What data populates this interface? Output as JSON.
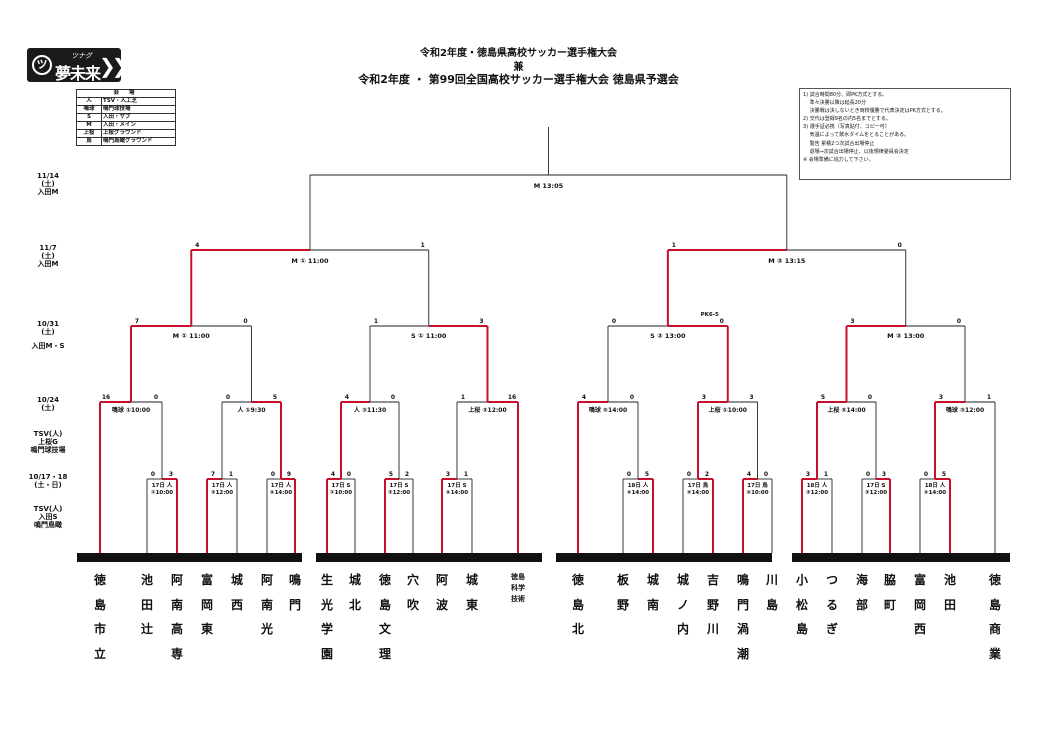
{
  "header": {
    "logo_ruby": "ツナグ",
    "logo_text": "夢未来",
    "title_line1": "令和2年度・徳島県高校サッカー選手権大会",
    "title_line2": "兼",
    "title_line3": "令和2年度 ・ 第99回全国高校サッカー選手権大会 徳島県予選会"
  },
  "venue_table": {
    "heading": "会 場",
    "rows": [
      {
        "key": "人",
        "value": "TSV・人工芝"
      },
      {
        "key": "鳴球",
        "value": "鳴門球技場"
      },
      {
        "key": "S",
        "value": "入田・サブ"
      },
      {
        "key": "M",
        "value": "入田・メイン"
      },
      {
        "key": "上桜",
        "value": "上桜グラウンド"
      },
      {
        "key": "鳥",
        "value": "鳴門鳥瞰グラウンド"
      }
    ]
  },
  "notes": [
    "1) 試合時間80分、即PK方式とする。",
    "　 準々決勝以降は延長20分",
    "　 決勝戦は決しないとき両校優勝で代表決定はPK方式とする。",
    "2) 交代は登録9名の内5名までとする。",
    "3) 選手証必携（写真貼付、コピー可）",
    "　 気温によって飲水タイムをとることがある。",
    "　 警告 累積2つ次試合出場停止",
    "　 退場⇒次試合出場停止、以後規律委員会決定",
    "※ 会場準備に協力して下さい。"
  ],
  "round_labels": [
    {
      "date": "11/14",
      "day": "(土)",
      "venue": "入田M"
    },
    {
      "date": "11/7",
      "day": "(土)",
      "venue": "入田M"
    },
    {
      "date": "10/31",
      "day": "(土)",
      "venue": "入田M・S"
    },
    {
      "date": "10/24",
      "day": "(土)",
      "venue": ""
    },
    {
      "date": "TSV(人)",
      "day": "上桜G",
      "venue": "鳴門球技場"
    },
    {
      "date": "10/17・18",
      "day": "(土・日)",
      "venue": ""
    },
    {
      "date": "TSV(人)",
      "day": "入田S",
      "venue": "鳴門鳥瞰"
    }
  ],
  "teams": [
    "徳島市立",
    "池田辻",
    "阿南高専",
    "富岡東",
    "城西",
    "阿南光",
    "鳴門",
    "生光学園",
    "城北",
    "徳島文理",
    "穴吹",
    "阿波",
    "城東",
    "徳島科学技術",
    "徳島北",
    "板野",
    "城南",
    "城ノ内",
    "吉野川",
    "鳴門渦潮",
    "川島",
    "小松島",
    "つるぎ",
    "海部",
    "脇町",
    "富岡西",
    "池田",
    "徳島商業"
  ],
  "r1": [
    {
      "label": "17日 人\n①10:00",
      "s1": "0",
      "s2": "3"
    },
    {
      "label": "17日 人\n③12:00",
      "s1": "7",
      "s2": "1"
    },
    {
      "label": "17日 人\n⑤14:00",
      "s1": "0",
      "s2": "9"
    },
    {
      "label": "17日 S\n①10:00",
      "s1": "4",
      "s2": "0"
    },
    {
      "label": "17日 S\n③12:00",
      "s1": "5",
      "s2": "2"
    },
    {
      "label": "17日 S\n⑤14:00",
      "s1": "3",
      "s2": "1"
    },
    {
      "label": "18日 人\n⑤14:00",
      "s1": "0",
      "s2": "5"
    },
    {
      "label": "17日 鳥\n⑤14:00",
      "s1": "0",
      "s2": "2"
    },
    {
      "label": "17日 鳥\n⑤10:00",
      "s1": "4",
      "s2": "0"
    },
    {
      "label": "18日 人\n③12:00",
      "s1": "3",
      "s2": "1"
    },
    {
      "label": "17日 S\n③12:00",
      "s1": "0",
      "s2": "3"
    },
    {
      "label": "18日 人\n⑤14:00",
      "s1": "0",
      "s2": "5"
    }
  ],
  "r2": [
    {
      "label": "鳴球 ①10:00",
      "s1": "16",
      "s2": "0"
    },
    {
      "label": "人 ①9:30",
      "s1": "0",
      "s2": "5"
    },
    {
      "label": "人 ③11:30",
      "s1": "4",
      "s2": "0"
    },
    {
      "label": "上桜 ③12:00",
      "s1": "1",
      "s2": "16"
    },
    {
      "label": "鳴球 ⑤14:00",
      "s1": "4",
      "s2": "0"
    },
    {
      "label": "上桜 ①10:00",
      "s1": "3",
      "s2": "3"
    },
    {
      "label": "上桜 ⑤14:00",
      "s1": "5",
      "s2": "0"
    },
    {
      "label": "鳴球 ③12:00",
      "s1": "3",
      "s2": "1"
    }
  ],
  "r3": [
    {
      "label": "M ① 11:00",
      "s1": "7",
      "s2": "0"
    },
    {
      "label": "S ① 11:00",
      "s1": "1",
      "s2": "3"
    },
    {
      "label": "S ③ 13:00",
      "s1": "0",
      "s2": "0"
    },
    {
      "label": "M ③ 13:00",
      "s1": "3",
      "s2": "0"
    }
  ],
  "pk_note": "PK6-5",
  "r4": [
    {
      "label": "M ① 11:00",
      "s1": "4",
      "s2": "1"
    },
    {
      "label": "M ③ 13:15",
      "s1": "1",
      "s2": "0"
    }
  ],
  "final": {
    "label": "M 13:05"
  },
  "colors": {
    "win": "#c8102e",
    "line": "#222222"
  }
}
